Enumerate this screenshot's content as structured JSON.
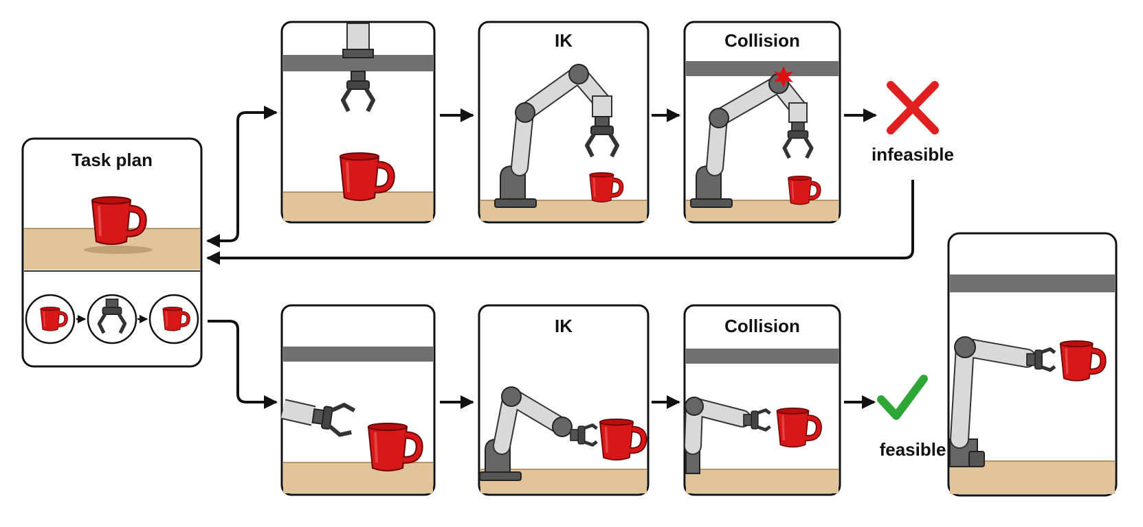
{
  "task_plan": {
    "title": "Task plan"
  },
  "top_row": {
    "ik_label": "IK",
    "collision_label": "Collision",
    "result_label": "infeasible",
    "result_icon": "cross-icon"
  },
  "bottom_row": {
    "ik_label": "IK",
    "collision_label": "Collision",
    "result_label": "feasible",
    "result_icon": "check-icon"
  },
  "colors": {
    "cup": "#d81818",
    "table": "#e2c49a",
    "robot_light": "#d9d9d9",
    "robot_dark": "#555555",
    "beam": "#707070",
    "cross": "#e02020",
    "check": "#2ea636",
    "arrow": "#111111"
  }
}
